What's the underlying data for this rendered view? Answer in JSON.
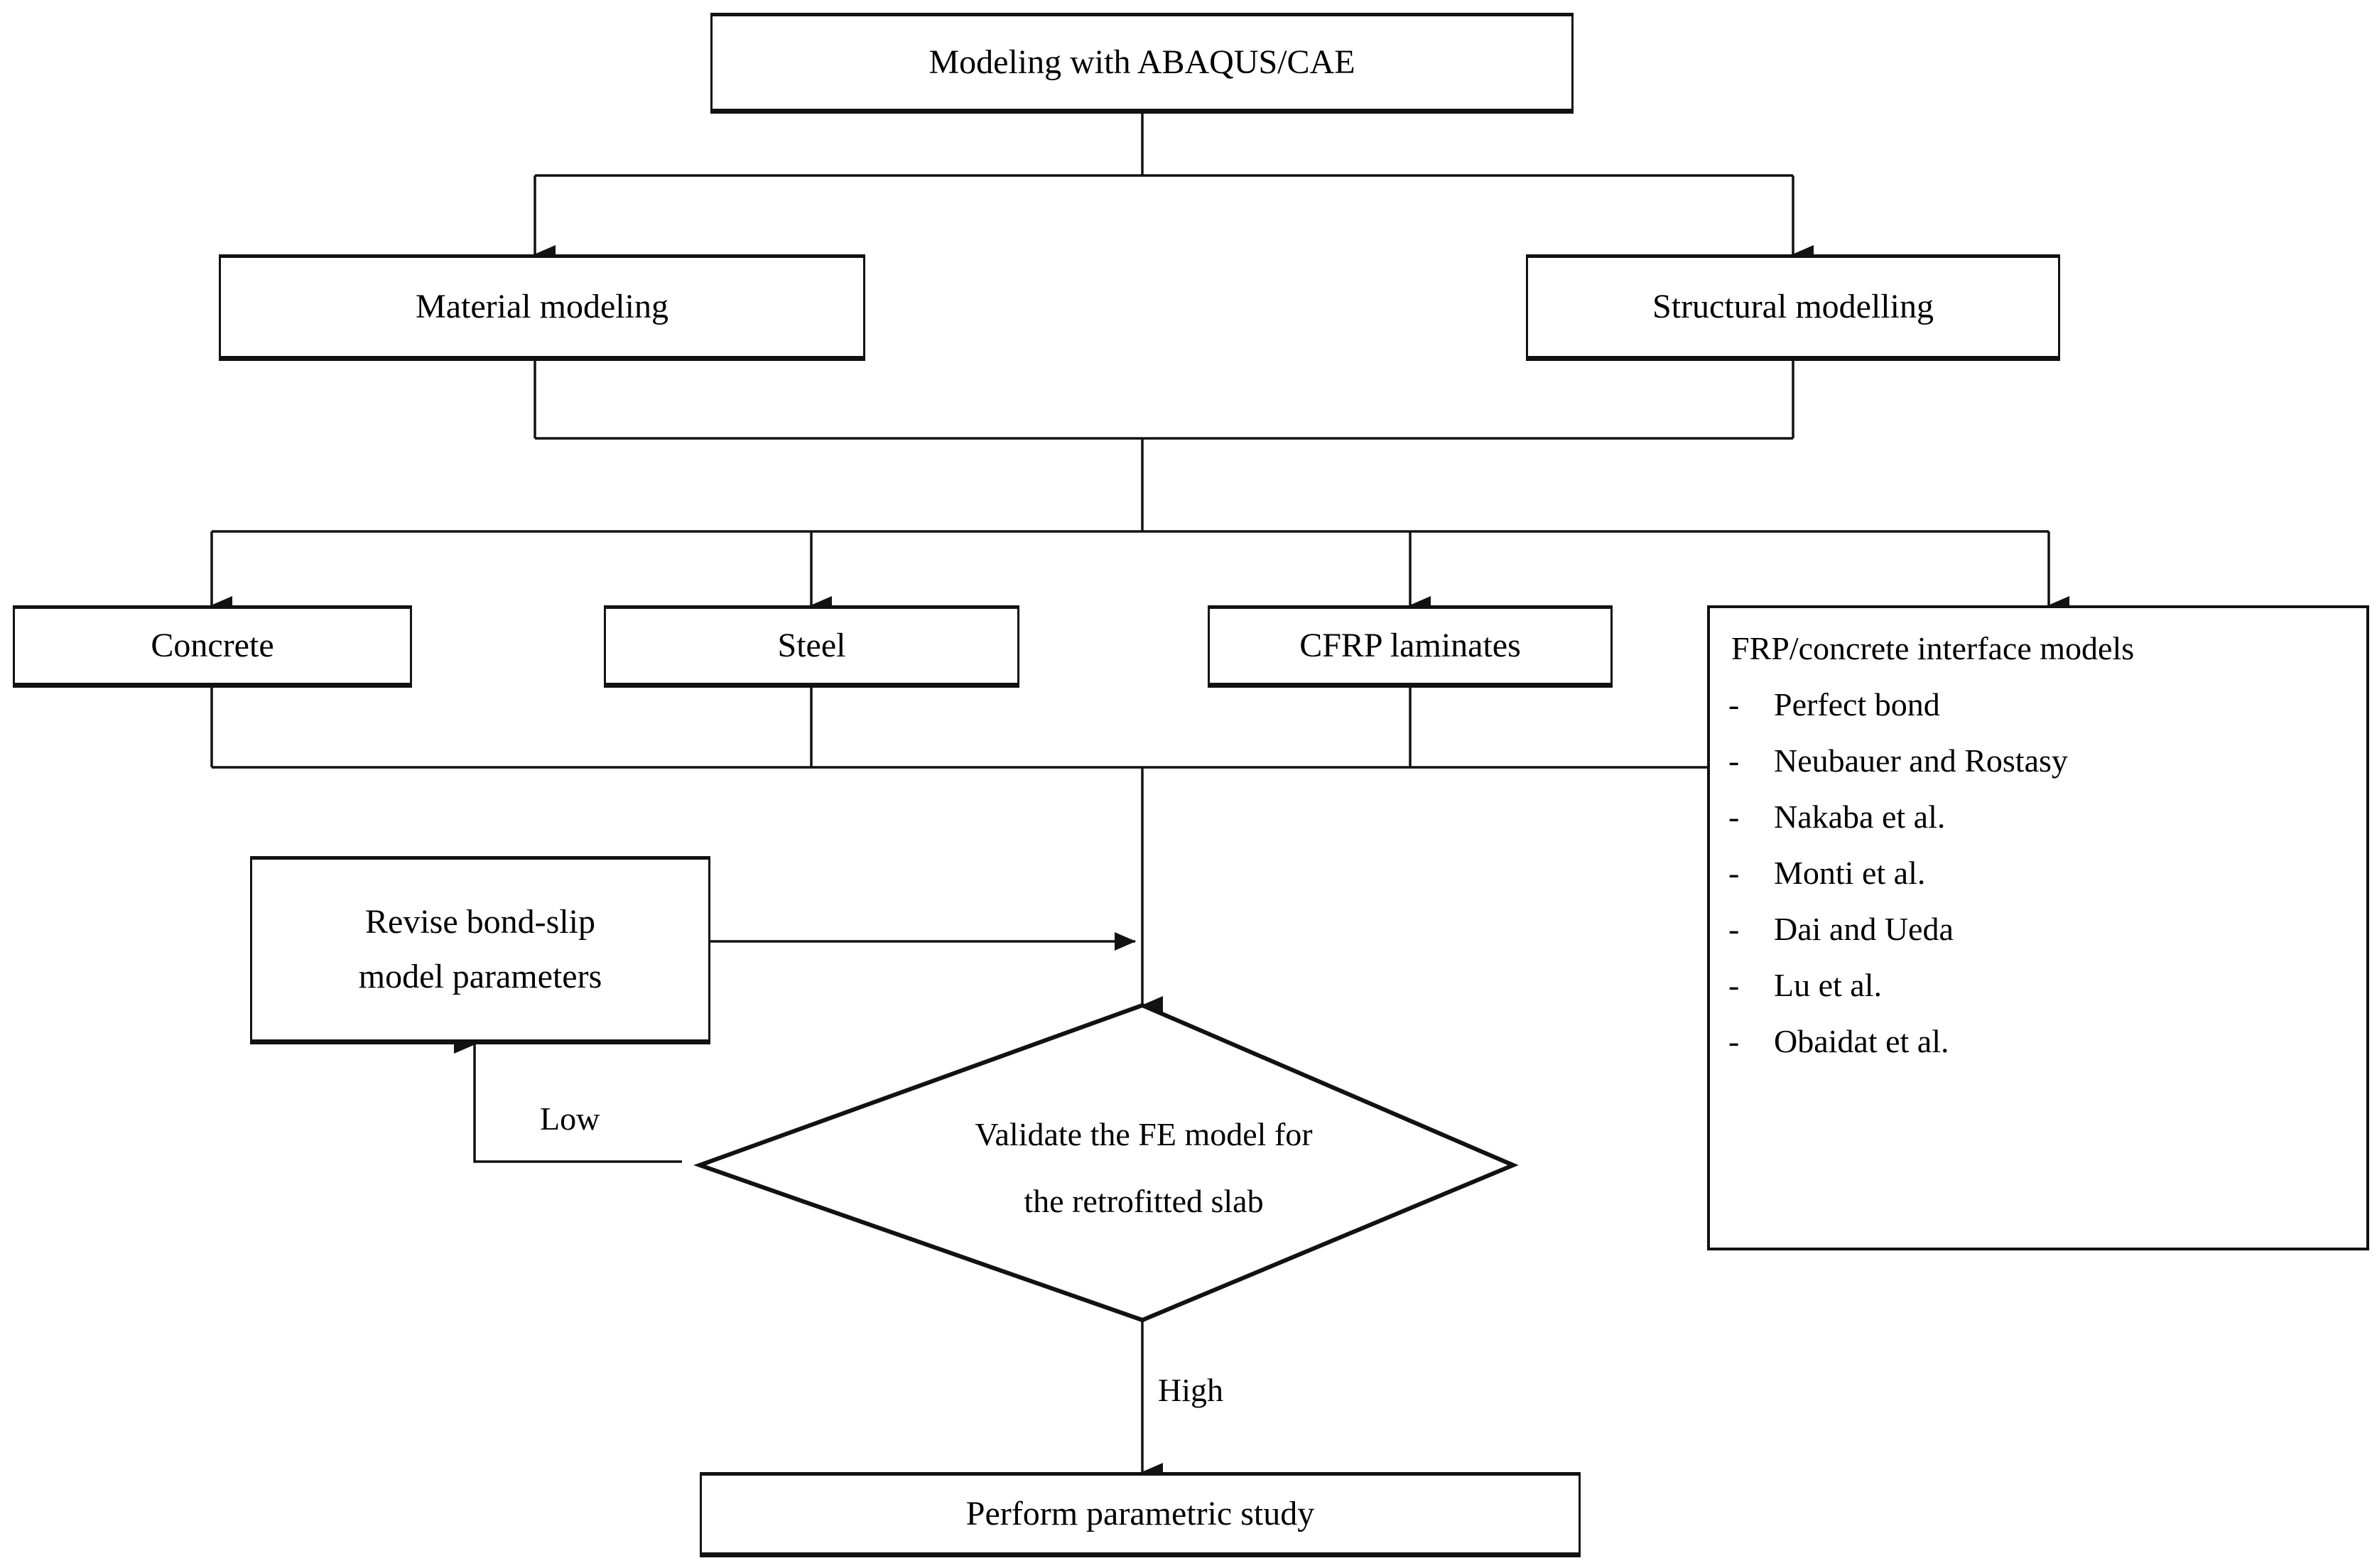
{
  "diagram": {
    "title": "Modeling with ABAQUS/CAE",
    "type": "flowchart",
    "nodes": {
      "root": "Modeling with ABAQUS/CAE",
      "material_modeling": "Material modeling",
      "structural_modelling": "Structural modelling",
      "concrete": "Concrete",
      "steel": "Steel",
      "cfrp_laminates": "CFRP laminates",
      "decision_line1": "Validate the FE model for",
      "decision_line2": "the retrofitted slab",
      "revise_line1": "Revise bond-slip",
      "revise_line2": "model parameters",
      "perform_parametric_study": "Perform parametric study"
    },
    "interface_panel": {
      "title": "FRP/concrete interface models",
      "bullet": "-",
      "items": [
        "Perfect bond",
        "Neubauer and Rostasy",
        "Nakaba et al.",
        "Monti et al.",
        "Dai and Ueda",
        "Lu et al.",
        "Obaidat et al."
      ]
    },
    "edge_labels": {
      "low": "Low",
      "high": "High"
    },
    "colors": {
      "stroke": "#121212",
      "background": "#ffffff",
      "text": "#000000"
    }
  }
}
